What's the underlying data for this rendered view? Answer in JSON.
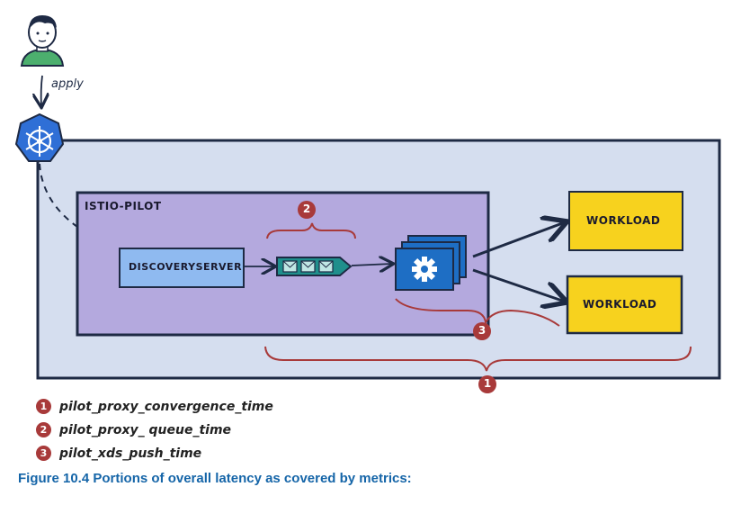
{
  "diagram": {
    "apply_label": "apply",
    "pilot_label": "ISTIO-PILOT",
    "discovery_label": "DISCOVERYSERVER",
    "workload_top_label": "WORKLOAD",
    "workload_bottom_label": "WORKLOAD",
    "marker_1": "1",
    "marker_2": "2",
    "marker_3": "3",
    "colors": {
      "outer_fill": "#d5deef",
      "pilot_fill": "#b4a9de",
      "discovery_fill": "#8fbaf0",
      "workload_fill": "#f7d21e",
      "proxy_fill": "#1e6ec4",
      "queue_fill": "#1f8f8c",
      "marker_fill": "#a83a3a",
      "kube_fill": "#2f6fd6"
    }
  },
  "legend": [
    {
      "number": "1",
      "text": "pilot_proxy_convergence_time"
    },
    {
      "number": "2",
      "text": "pilot_proxy_ queue_time"
    },
    {
      "number": "3",
      "text": "pilot_xds_push_time"
    }
  ],
  "caption": "Figure 10.4 Portions of overall latency as covered by metrics:"
}
